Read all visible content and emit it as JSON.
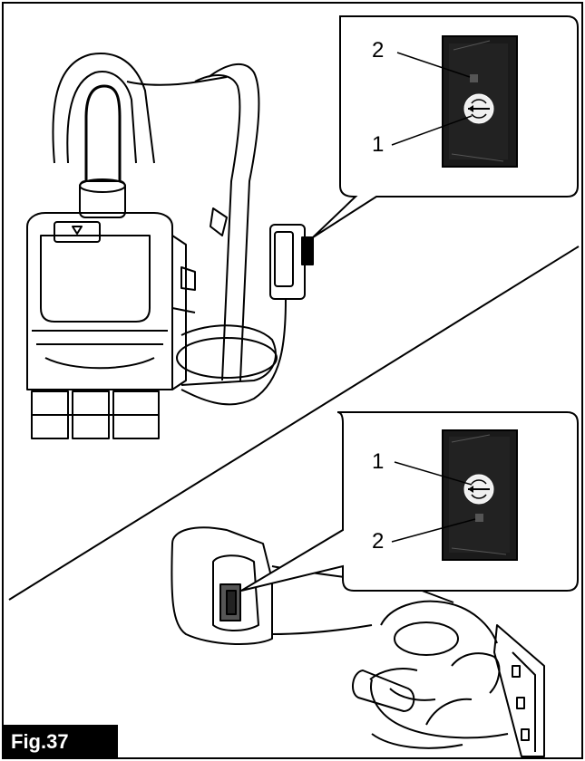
{
  "figure": {
    "label": "Fig.37",
    "callouts_top": [
      "2",
      "1"
    ],
    "callouts_bottom": [
      "1",
      "2"
    ]
  },
  "colors": {
    "line": "#000000",
    "panel": "#1a1a1a",
    "background": "#ffffff"
  },
  "icons": [
    "backpack-power-unit-illustration",
    "remote-control-panel-icon",
    "power-button-icon",
    "indicator-lamp-icon",
    "handheld-tool-illustration"
  ]
}
